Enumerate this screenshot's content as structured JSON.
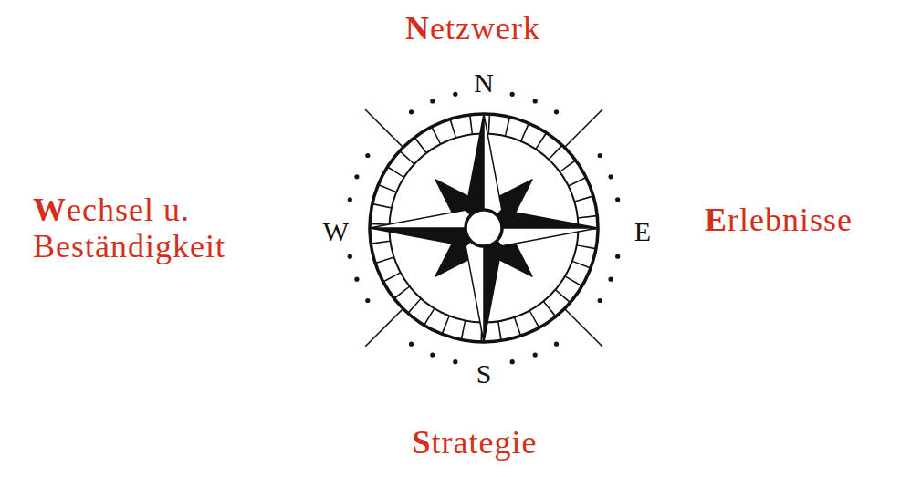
{
  "diagram": {
    "labels": [
      "Netzwerk",
      "Wechsel u. Beständigkeit",
      "Erlebnisse",
      "Strategie",
      "N",
      "W",
      "E",
      "S"
    ]
  }
}
